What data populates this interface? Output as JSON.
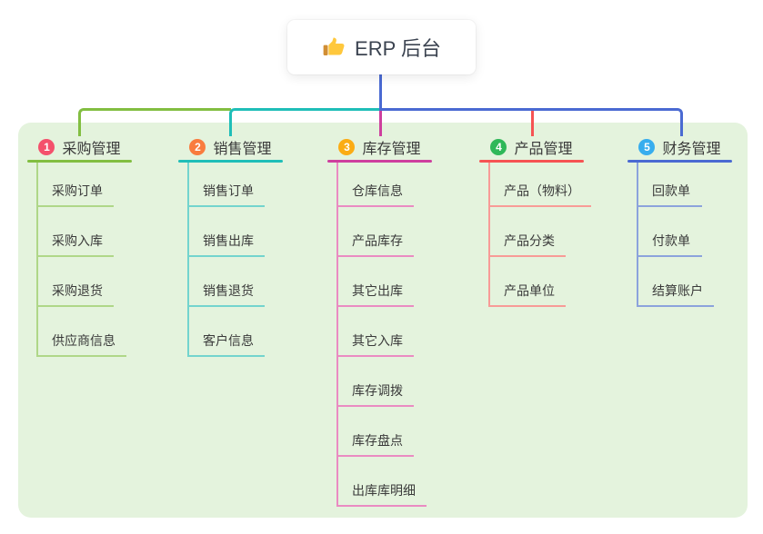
{
  "root": {
    "label": "ERP 后台",
    "icon": "thumbs-up-icon"
  },
  "branches": [
    {
      "badge": "1",
      "label": "采购管理",
      "badge_color": "#F4516C",
      "line_color": "#82BE41",
      "light_color": "#AFD788",
      "children": [
        "采购订单",
        "采购入库",
        "采购退货",
        "供应商信息"
      ]
    },
    {
      "badge": "2",
      "label": "销售管理",
      "badge_color": "#F97C3E",
      "line_color": "#1FBEB8",
      "light_color": "#73D4CE",
      "children": [
        "销售订单",
        "销售出库",
        "销售退货",
        "客户信息"
      ]
    },
    {
      "badge": "3",
      "label": "库存管理",
      "badge_color": "#FBAC14",
      "line_color": "#CE3F9E",
      "light_color": "#EA8BC2",
      "children": [
        "仓库信息",
        "产品库存",
        "其它出库",
        "其它入库",
        "库存调拨",
        "库存盘点",
        "出库库明细"
      ]
    },
    {
      "badge": "4",
      "label": "产品管理",
      "badge_color": "#2FB859",
      "line_color": "#F65353",
      "light_color": "#F89B97",
      "children": [
        "产品（物料）",
        "产品分类",
        "产品单位"
      ]
    },
    {
      "badge": "5",
      "label": "财务管理",
      "badge_color": "#37ADEE",
      "line_color": "#4A6AD2",
      "light_color": "#8CA3DC",
      "children": [
        "回款单",
        "付款单",
        "结算账户"
      ]
    }
  ],
  "colors": {
    "panel_bg": "#E4F3DD",
    "canvas_bg": "#FFFFFF",
    "text": "#3A3A3A",
    "root_text": "#3B4350",
    "thumb_yellow": "#FFC83D",
    "thumb_cuff": "#D18E33"
  }
}
